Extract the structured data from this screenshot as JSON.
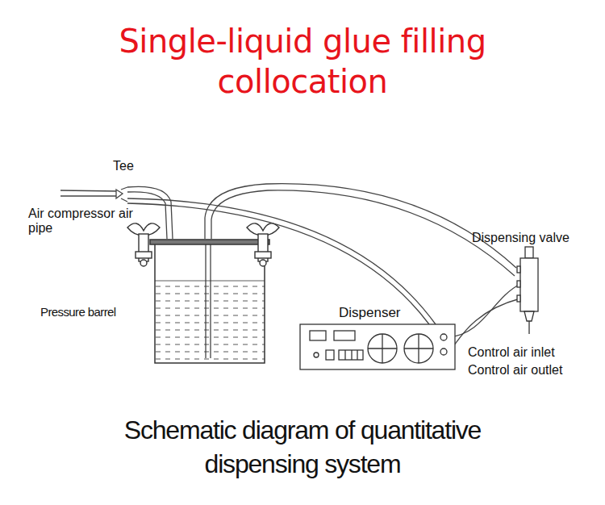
{
  "diagram": {
    "title": "Single-liquid glue filling collocation",
    "caption": "Schematic diagram of quantitative dispensing system",
    "labels": [
      "Tee",
      "Air compressor air pipe",
      "Dispensing valve",
      "Pressure barrel",
      "Dispenser",
      "Control air inlet",
      "Control air outlet"
    ]
  }
}
